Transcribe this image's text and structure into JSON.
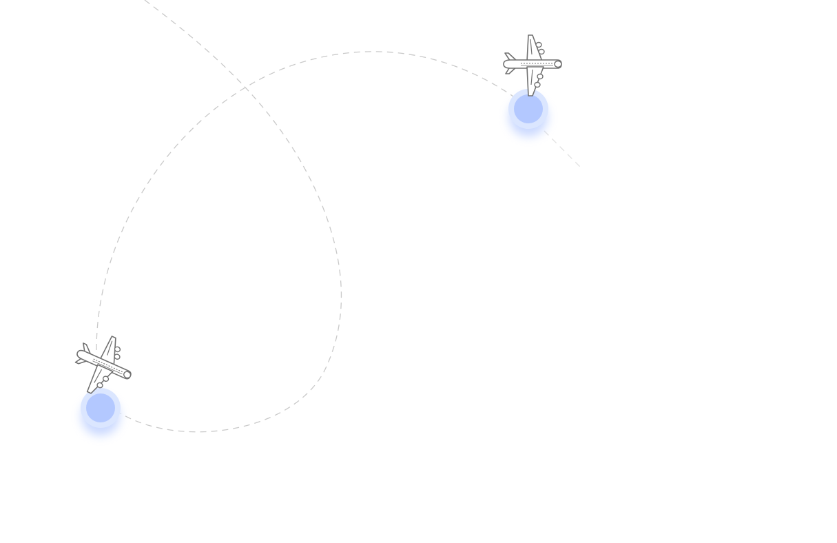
{
  "scene": {
    "background": "#ffffff",
    "route_color": "#c9c9c9",
    "route_style": "dashed",
    "plane_icon": "airplane-icon",
    "plane_stroke": "#707070",
    "marker_color": "#b3c8ff",
    "marker_glow": "#dbe6ff",
    "airplane_count": 2,
    "location_marker_count": 2
  }
}
